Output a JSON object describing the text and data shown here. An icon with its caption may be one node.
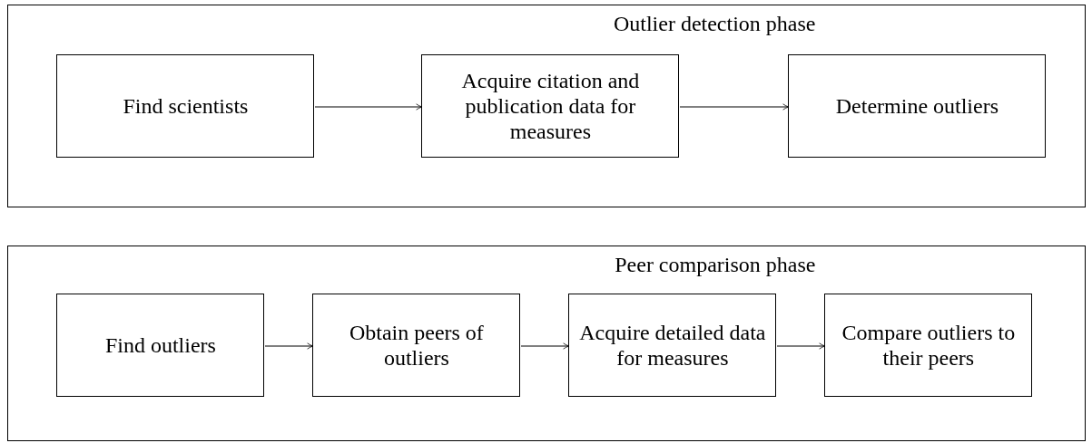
{
  "diagram": {
    "nodes": [
      {
        "text": [
          "Outlier detection phase"
        ]
      },
      {
        "text": [
          "Find scientists"
        ],
        "in": 0
      },
      {
        "text": [
          "Acquire citation and publication data for measures"
        ],
        "in": 0
      },
      {
        "text": [
          "Determine outliers"
        ],
        "in": 0
      },
      {
        "text": [
          "Peer comparison phase"
        ]
      },
      {
        "text": [
          "Find outliers"
        ],
        "in": 4
      },
      {
        "text": [
          "Obtain peers of outliers"
        ],
        "in": 4
      },
      {
        "text": [
          "Acquire detailed data for measures"
        ],
        "in": 4
      },
      {
        "text": [
          "Compare outliers to their peers"
        ],
        "in": 4
      }
    ],
    "edges": [
      {
        "from": 1,
        "to": 2,
        "arrow": "to"
      },
      {
        "from": 2,
        "to": 3,
        "arrow": "to"
      },
      {
        "from": 5,
        "to": 6,
        "arrow": "to"
      },
      {
        "from": 6,
        "to": 7,
        "arrow": "to"
      },
      {
        "from": 7,
        "to": 8,
        "arrow": "to"
      }
    ]
  }
}
